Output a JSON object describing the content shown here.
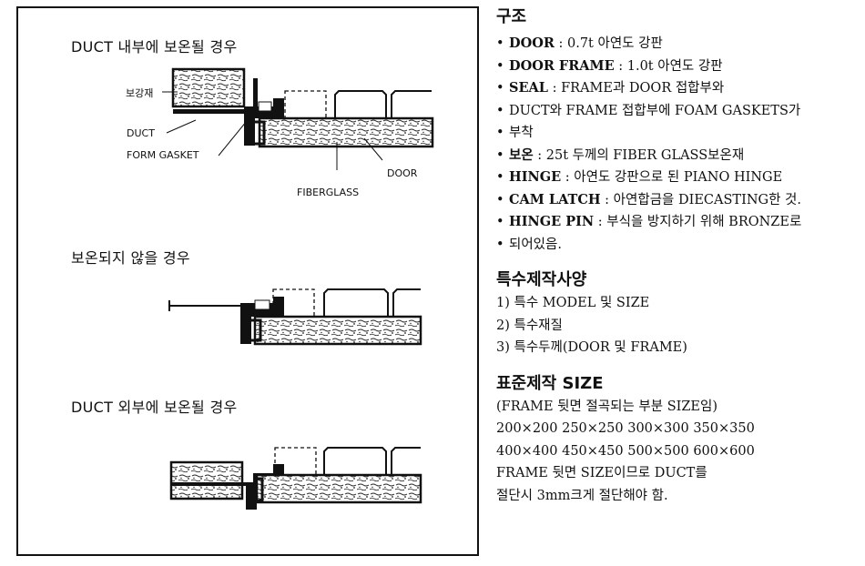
{
  "left": {
    "captions": {
      "duct_inner": "DUCT 내부에 보온될 경우",
      "no_insulation": "보온되지 않을 경우",
      "duct_outer": "DUCT 외부에 보온될 경우"
    },
    "labels": {
      "reinforcement": "보강재",
      "duct": "DUCT",
      "form_gasket": "FORM GASKET",
      "door": "DOOR",
      "fiberglass": "FIBERGLASS"
    }
  },
  "right": {
    "structure": {
      "heading": "구조",
      "items": [
        {
          "key": "DOOR",
          "value": " : 0.7t 아연도 강판"
        },
        {
          "key": "DOOR FRAME",
          "value": " : 1.0t 아연도 강판"
        },
        {
          "key": "SEAL",
          "value": " : FRAME과  DOOR 접합부와"
        },
        {
          "key": "",
          "value": "DUCT와 FRAME 접합부에 FOAM GASKETS가"
        },
        {
          "key": "",
          "value": "부착",
          "continuation": true
        },
        {
          "key": "보온",
          "value": " : 25t 두께의 FIBER GLASS보온재"
        },
        {
          "key": "HINGE",
          "value": " : 아연도 강판으로 된 PIANO HINGE"
        },
        {
          "key": "CAM LATCH",
          "value": " : 아연합금을 DIECASTING한 것."
        },
        {
          "key": "HINGE PIN",
          "value": " : 부식을 방지하기 위해 BRONZE로"
        },
        {
          "key": "",
          "value": "되어있음.",
          "continuation": true
        }
      ]
    },
    "special": {
      "heading": "특수제작사양",
      "items": [
        "1) 특수 MODEL 및 SIZE",
        "2) 특수재질",
        "3) 특수두께(DOOR 및 FRAME)"
      ]
    },
    "standard": {
      "heading": "표준제작 SIZE",
      "lines": [
        "(FRAME 뒷면 절곡되는 부분 SIZE임)",
        "200×200  250×250  300×300  350×350",
        "400×400  450×450  500×500  600×600",
        "FRAME 뒷면 SIZE이므로 DUCT를",
        "절단시 3mm크게 절단해야 함."
      ]
    }
  }
}
